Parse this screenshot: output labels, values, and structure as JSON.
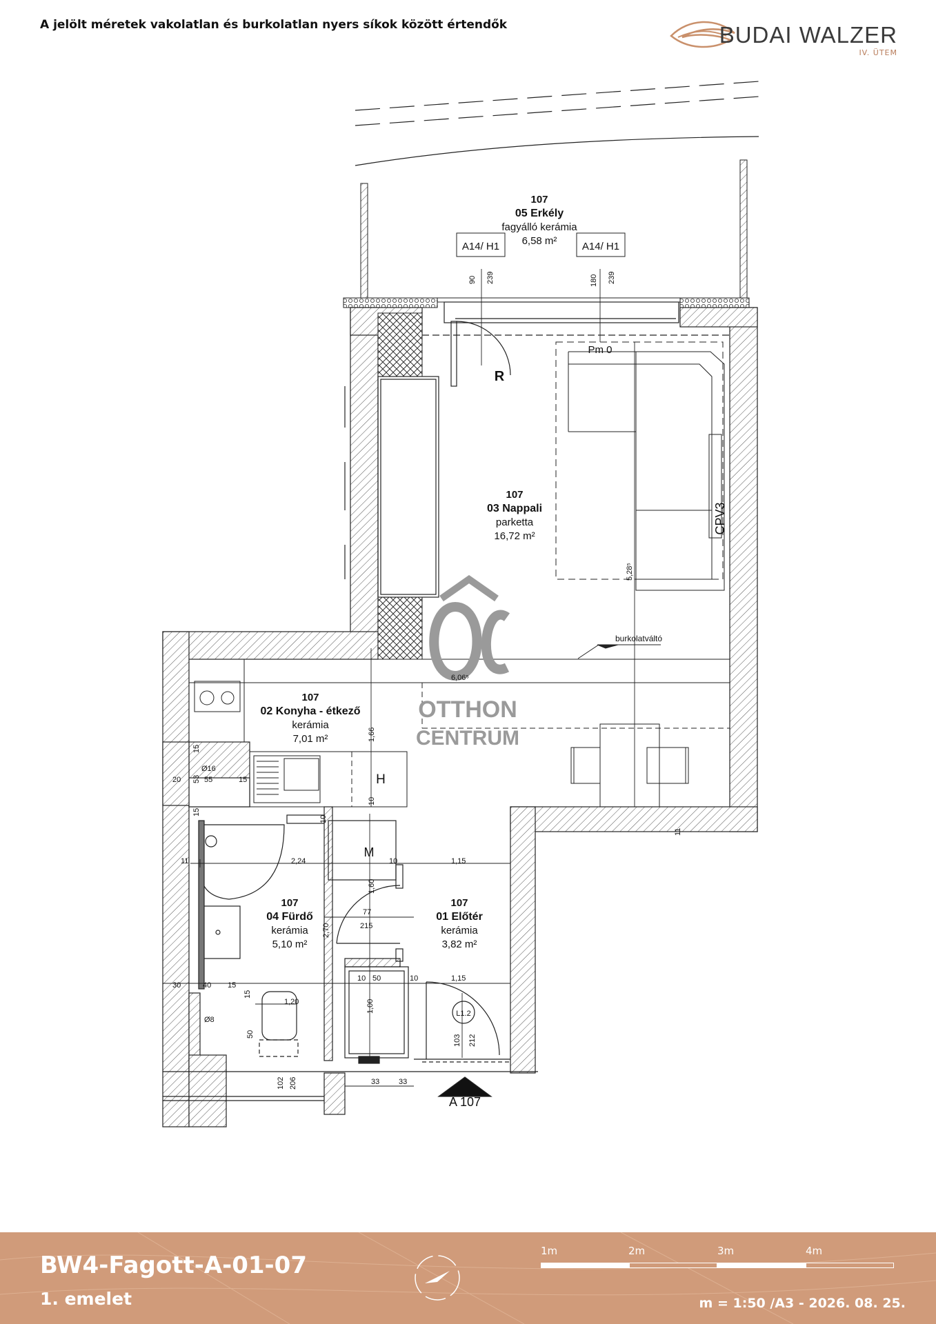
{
  "header": {
    "note": "A jelölt méretek vakolatlan és burkolatlan nyers síkok között értendők",
    "brand_name": "BUDAI WALZER",
    "brand_sub": "IV. ÜTEM"
  },
  "rooms": {
    "erkely": {
      "num": "107",
      "name": "05 Erkély",
      "floor": "fagyálló kerámia",
      "area": "6,58 m²"
    },
    "nappali": {
      "num": "107",
      "name": "03 Nappali",
      "floor": "parketta",
      "area": "16,72 m²"
    },
    "konyha": {
      "num": "107",
      "name": "02 Konyha - étkező",
      "floor": "kerámia",
      "area": "7,01 m²"
    },
    "furdo": {
      "num": "107",
      "name": "04 Fürdő",
      "floor": "kerámia",
      "area": "5,10 m²"
    },
    "eloter": {
      "num": "107",
      "name": "01 Előtér",
      "floor": "kerámia",
      "area": "3,82 m²"
    }
  },
  "tags": {
    "window_left": "A14/ H1",
    "window_right": "A14/ H1",
    "pm": "Pm 0",
    "r": "R",
    "h": "H",
    "m": "M",
    "cpv": "CPV3",
    "burkolat": "burkolatváltó",
    "door_tag": "L1.2",
    "section": "A 107"
  },
  "dims": {
    "d90": "90",
    "d239a": "239",
    "d180": "180",
    "d239b": "239",
    "d528": "5,28⁵",
    "d606": "6,06⁵",
    "d166": "1,66",
    "d224": "2,24",
    "d115a": "1,15",
    "d115b": "1,15",
    "d10a": "10",
    "d10b": "10",
    "d10c": "10",
    "d10d": "10",
    "d10e": "10",
    "d11a": "11",
    "d11b": "11",
    "d160": "1,60",
    "d270": "2,70",
    "d77": "77",
    "d215": "215",
    "d50a": "50",
    "d50b": "50",
    "d100": "1,00",
    "d120": "1,20",
    "d103": "103",
    "d212": "212",
    "d33a": "33",
    "d33b": "33",
    "d102": "102",
    "d206": "206",
    "d30": "30",
    "d40": "40",
    "d15a": "15",
    "d15b": "15",
    "d15c": "15",
    "d15d": "15",
    "d15e": "15",
    "d20": "20",
    "d53": "53",
    "d16": "Ø16",
    "d55": "55",
    "d8": "Ø8"
  },
  "watermark": {
    "line1": "OTTHON",
    "line2": "CENTRUM"
  },
  "footer": {
    "code": "BW4-Fagott-A-01-07",
    "floor": "1. emelet",
    "scale": "m = 1:50 /A3 - 2026. 08. 25.",
    "scalebar": [
      "1m",
      "2m",
      "3m",
      "4m"
    ]
  },
  "colors": {
    "footer": "#d09b7a",
    "brand_accent": "#b87c5a",
    "watermark": "#9a9a9a"
  }
}
